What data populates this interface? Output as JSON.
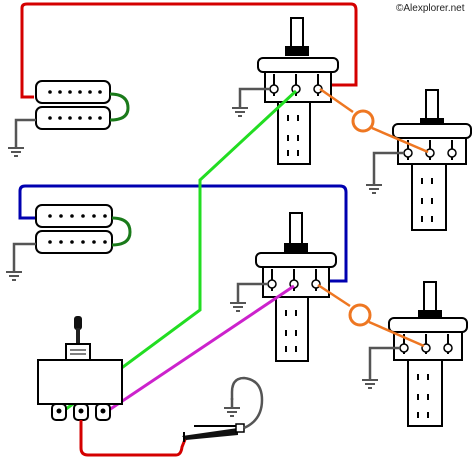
{
  "watermark": "©Alexplorer.net",
  "colors": {
    "bridge_pickup_wire": "#d40000",
    "neck_pickup_wire": "#0000b0",
    "volume_to_switch_bridge": "#22dd22",
    "volume_to_switch_neck": "#cc22cc",
    "volume_to_tone": "#ee7722",
    "switch_output": "#d40000",
    "ground_wire": "#555555",
    "outline": "#000000"
  },
  "components": [
    {
      "name": "bridge-humbucker",
      "kind": "humbucker pickup",
      "pole_dots": 6
    },
    {
      "name": "neck-humbucker",
      "kind": "humbucker pickup",
      "pole_dots": 6
    },
    {
      "name": "bridge-volume-pot",
      "kind": "potentiometer"
    },
    {
      "name": "bridge-tone-pot",
      "kind": "potentiometer"
    },
    {
      "name": "neck-volume-pot",
      "kind": "potentiometer"
    },
    {
      "name": "neck-tone-pot",
      "kind": "potentiometer"
    },
    {
      "name": "three-way-toggle-switch",
      "kind": "toggle switch",
      "lugs": 3
    },
    {
      "name": "output-jack",
      "kind": "jack"
    }
  ]
}
